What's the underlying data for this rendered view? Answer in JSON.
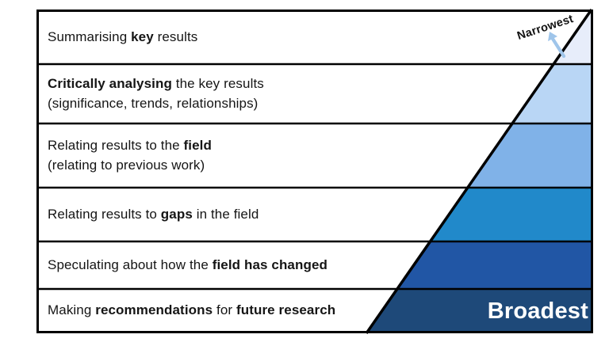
{
  "annotations": {
    "narrowest": "Narrowest",
    "broadest": "Broadest"
  },
  "rows": [
    {
      "parts": [
        {
          "text": "Summarising "
        },
        {
          "text": "key"
        },
        {
          "text": " results"
        }
      ]
    },
    {
      "parts": [
        {
          "text": "Critically analysing"
        },
        {
          "text": " the key results"
        }
      ],
      "line2": "(significance, trends, relationships)"
    },
    {
      "parts": [
        {
          "text": "Relating results to the "
        },
        {
          "text": "field"
        }
      ],
      "line2": "(relating to previous work)"
    },
    {
      "parts": [
        {
          "text": "Relating results to "
        },
        {
          "text": "gaps"
        },
        {
          "text": " in the field"
        }
      ]
    },
    {
      "parts": [
        {
          "text": "Speculating about how the "
        },
        {
          "text": "field has changed"
        }
      ]
    },
    {
      "parts": [
        {
          "text": "Making "
        },
        {
          "text": "recommendations"
        },
        {
          "text": " for "
        },
        {
          "text": "future research"
        }
      ]
    }
  ],
  "colors": {
    "segments": [
      "#e7edfa",
      "#b9d6f5",
      "#80b2e8",
      "#2189ca",
      "#2156a5",
      "#1e4979"
    ],
    "arrow": "#9fc5ea",
    "line": "#000000",
    "background": "#ffffff",
    "broadest_text": "#ffffff"
  }
}
